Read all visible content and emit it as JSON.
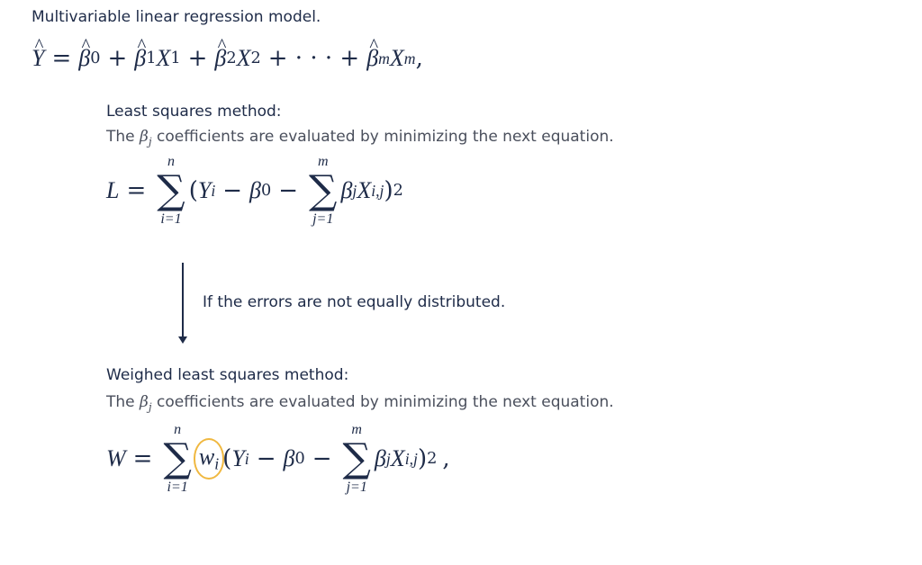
{
  "title": "Multivariable linear regression model.",
  "model_equation": {
    "lhs": "Y",
    "eq": "=",
    "b0": "β",
    "s0": "0",
    "plus": "+",
    "b1": "β",
    "s1": "1",
    "x1": "X",
    "xs1": "1",
    "b2": "β",
    "s2": "2",
    "x2": "X",
    "xs2": "2",
    "dots": "+ · · · +",
    "bm": "β",
    "sm": "m",
    "xm": "X",
    "xsm": "m",
    "end": ","
  },
  "least_squares": {
    "heading": "Least squares method:",
    "desc_prefix": "The",
    "desc_beta": "β",
    "desc_sub": "j",
    "desc_suffix": "coefficients are evaluated by minimizing the next equation.",
    "equation": {
      "lhs": "L",
      "eq": "=",
      "sum1_top": "n",
      "sum1_bottom": "i=1",
      "sigma": "∑",
      "open": "(",
      "y": "Y",
      "ysub": "i",
      "minus": "−",
      "b0": "β",
      "b0sub": "0",
      "sum2_top": "m",
      "sum2_bottom": "j=1",
      "bj": "β",
      "bjsub": "j",
      "x": "X",
      "xsub": "i,j",
      "close": ")",
      "pow": "2"
    }
  },
  "transition_note": "If the errors are not equally distributed.",
  "weighted_least_squares": {
    "heading": "Weighed least squares method:",
    "desc_prefix": "The",
    "desc_beta": "β",
    "desc_sub": "j",
    "desc_suffix": "coefficients are evaluated by minimizing the next equation.",
    "equation": {
      "lhs": "W",
      "eq": "=",
      "sum1_top": "n",
      "sum1_bottom": "i=1",
      "sigma": "∑",
      "w": "w",
      "wsub": "i",
      "open": "(",
      "y": "Y",
      "ysub": "i",
      "minus": "−",
      "b0": "β",
      "b0sub": "0",
      "sum2_top": "m",
      "sum2_bottom": "j=1",
      "bj": "β",
      "bjsub": "j",
      "x": "X",
      "xsub": "i,j",
      "close": ")",
      "pow": "2",
      "end": ","
    }
  },
  "colors": {
    "text": "#1e2b48",
    "highlight": "#f0b840"
  }
}
